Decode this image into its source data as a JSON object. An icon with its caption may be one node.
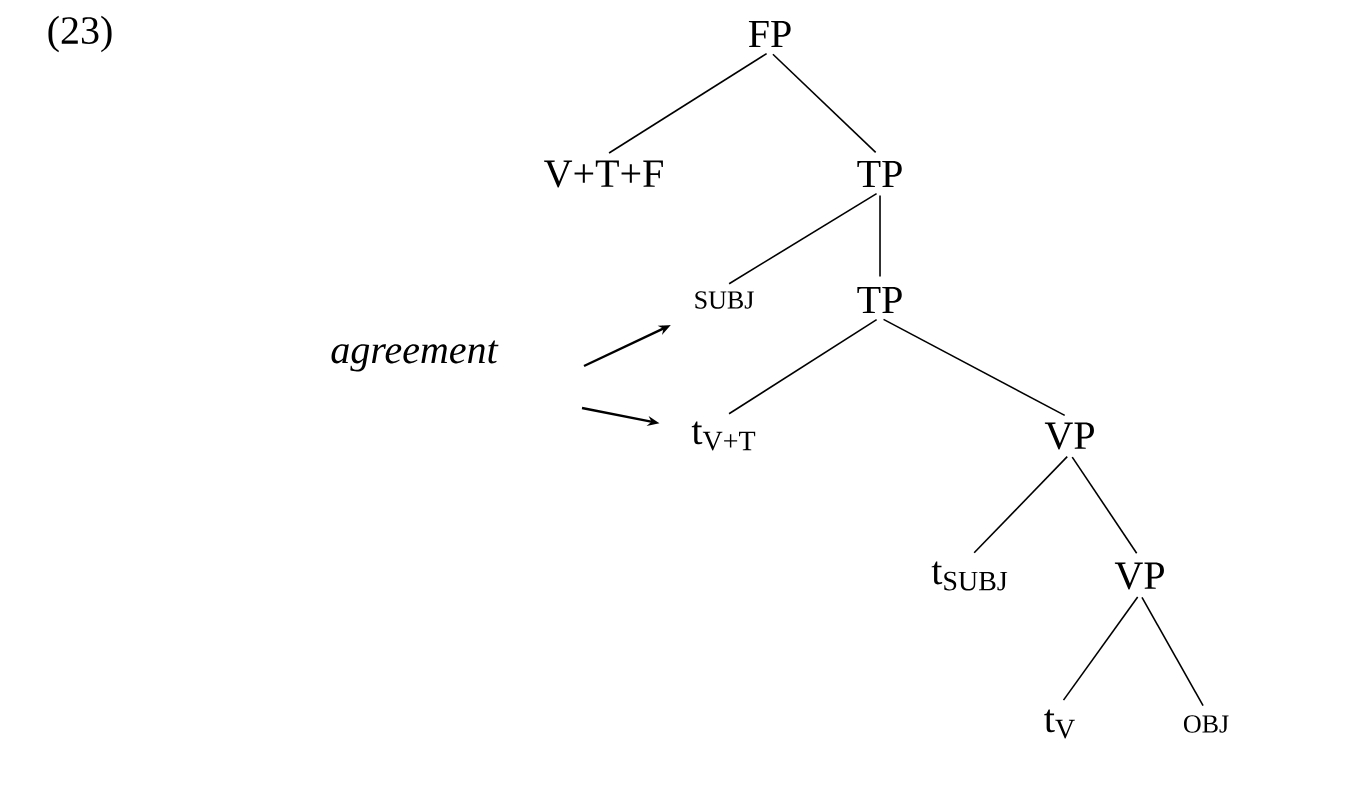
{
  "diagram": {
    "nodes": [
      {
        "text": [
          "FP"
        ]
      },
      {
        "text": [
          "V+T+F"
        ]
      },
      {
        "text": [
          "TP"
        ]
      },
      {
        "text": [
          "SUBJ"
        ]
      },
      {
        "text": [
          "TP"
        ]
      },
      {
        "text": [
          "t$_{V+T}$"
        ]
      },
      {
        "text": [
          "VP"
        ]
      },
      {
        "text": [
          "t$_{SUBJ}$"
        ]
      },
      {
        "text": [
          "VP"
        ]
      },
      {
        "text": [
          "t$_{V}$"
        ]
      },
      {
        "text": [
          "OBJ"
        ]
      }
    ],
    "edges": [
      {
        "from": 0,
        "to": 1,
        "arrow": "none"
      },
      {
        "from": 0,
        "to": 2,
        "arrow": "none"
      },
      {
        "from": 2,
        "to": 3,
        "arrow": "none"
      },
      {
        "from": 2,
        "to": 4,
        "arrow": "none"
      },
      {
        "from": 4,
        "to": 5,
        "arrow": "none"
      },
      {
        "from": 4,
        "to": 6,
        "arrow": "none"
      },
      {
        "from": 6,
        "to": 7,
        "arrow": "none"
      },
      {
        "from": 6,
        "to": 8,
        "arrow": "none"
      },
      {
        "from": 8,
        "to": 9,
        "arrow": "none"
      },
      {
        "from": 8,
        "to": 10,
        "arrow": "none"
      },
      {
        "from": null,
        "to": 3,
        "arrow": "to"
      },
      {
        "from": null,
        "to": 5,
        "arrow": "to"
      }
    ],
    "labels": [
      "(23)",
      "agreement"
    ]
  }
}
